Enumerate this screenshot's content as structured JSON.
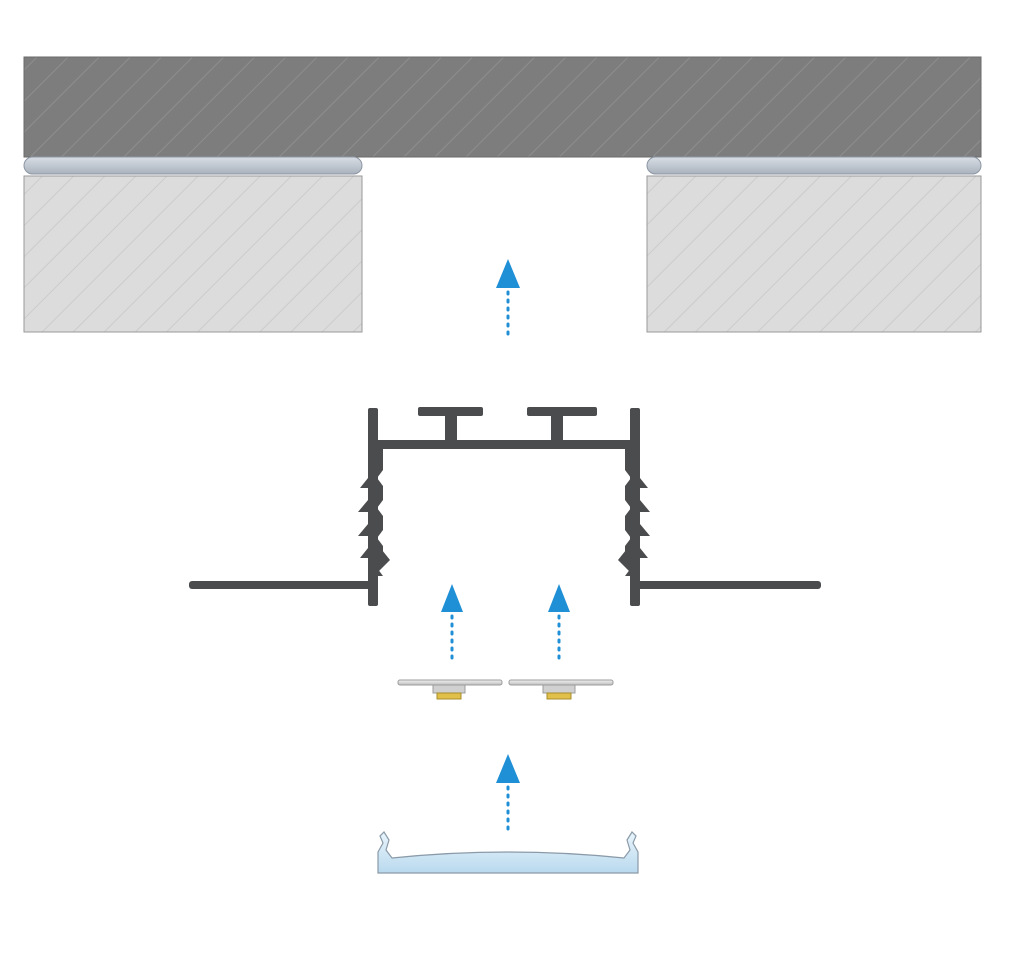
{
  "diagram": {
    "steps": [
      {
        "id": "profile-into-ceiling",
        "order": 1
      },
      {
        "id": "led-strips-into-profile",
        "order": 2
      },
      {
        "id": "diffuser-into-profile",
        "order": 3
      }
    ],
    "components": [
      "ceiling-slab",
      "plasterboard-left",
      "plasterboard-right",
      "mounting-strip-left",
      "mounting-strip-right",
      "aluminium-profile",
      "led-strip-left",
      "led-strip-right",
      "diffuser-cover"
    ],
    "colors": {
      "slab": "#7d7d7d",
      "board": "#dcdcdc",
      "strip": "#b7bfca",
      "profile": "#4b4c4e",
      "arrow": "#1f8fd6",
      "led_body": "#c9c9c9",
      "led_chip": "#e0c04a",
      "diffuser": "#cfe6f4",
      "outline": "#8a8a8a"
    }
  }
}
